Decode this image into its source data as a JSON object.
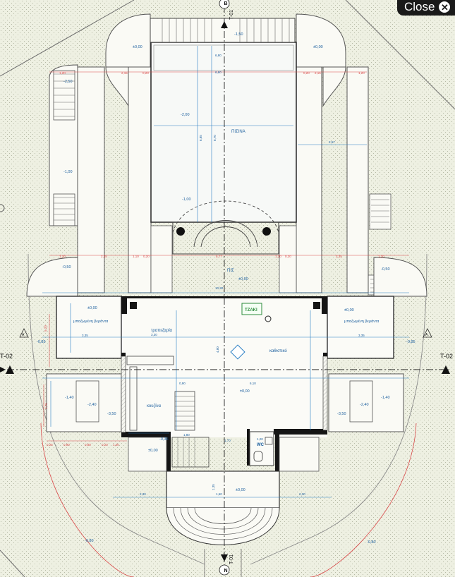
{
  "close_button": {
    "label": "Close",
    "icon": "close-icon"
  },
  "section_markers": {
    "top": "T-01",
    "bottom": "T-01",
    "left": "T-02",
    "right": "T-02",
    "side_left": "A",
    "side_right": "A"
  },
  "compass": {
    "north": "B",
    "south": "N"
  },
  "rooms": {
    "pool": "ΠΙΣΙΝΑ",
    "pool_alt": "ΠΙΣ",
    "dining": "τραπεζαρία",
    "living": "καθιστικό",
    "kitchen": "κουζίνα",
    "wc": "WC",
    "fireplace": "ΤΖΑΚΙ",
    "veranda_left": "μπαζωμένη βεράντα",
    "veranda_right": "μπαζωμένη βεράντα"
  },
  "levels": {
    "top_stair": "-1,50",
    "top_left": "±0,00",
    "top_right": "±0,00",
    "left_upper": "-2,50",
    "pool_deep": "-2,00",
    "left_mid": "-1,00",
    "pool_shallow": "-1,00",
    "left_low": "-0,50",
    "right_low": "-0,50",
    "deck": "±0,00",
    "veranda_l": "±0,00",
    "veranda_r": "±0,00",
    "ext_l": "-0,85",
    "ext_r": "-0,85",
    "living": "±0,00",
    "court_l1": "-1,40",
    "court_l2": "-2,40",
    "court_l3": "-3,50",
    "court_r1": "-1,40",
    "court_r2": "-2,40",
    "court_r3": "-3,50",
    "stair_land": "-0,35",
    "entry_l": "±0,00",
    "porch": "±0,00",
    "garden_l": "-0,80",
    "garden_r": "-0,80"
  },
  "dimensions": {
    "pool_width": "6,80",
    "pool_length": "8,70",
    "pool_inner": "6,85",
    "pool_side": "2,57",
    "pool_width_b": "6,80",
    "top_left": "1,20",
    "top_l2": "2,15",
    "top_l3": "0,20",
    "top_r2": "2,15",
    "top_r3": "0,20",
    "top_right": "1,20",
    "mid_l1": "1,20",
    "mid_l2": "2,35",
    "mid_l3": "1,10",
    "mid_l4": "0,20",
    "mid_c": "5,77",
    "mid_r4": "0,20",
    "mid_r3": "1,10",
    "mid_r2": "2,35",
    "mid_r1": "1,20",
    "house_width": "10,20",
    "dining_w": "3,30",
    "living_w": "6,10",
    "hall_w": "0,90",
    "house_depth": "4,80",
    "veranda_w_l": "3,35",
    "veranda_w_r": "3,35",
    "bottom_l1": "0,25",
    "bottom_l2": "0,90",
    "bottom_l3": "0,80",
    "bottom_l4": "0,20",
    "bottom_l5": "1,00",
    "stair_w": "1,80",
    "entry_l": "2,30",
    "entry_c": "1,60",
    "entry_r": "2,30",
    "porch_d": "1,35",
    "wc_w": "1,70",
    "wc_d": "1,20",
    "side_left": "2,75",
    "side_left_b": "5,20"
  }
}
